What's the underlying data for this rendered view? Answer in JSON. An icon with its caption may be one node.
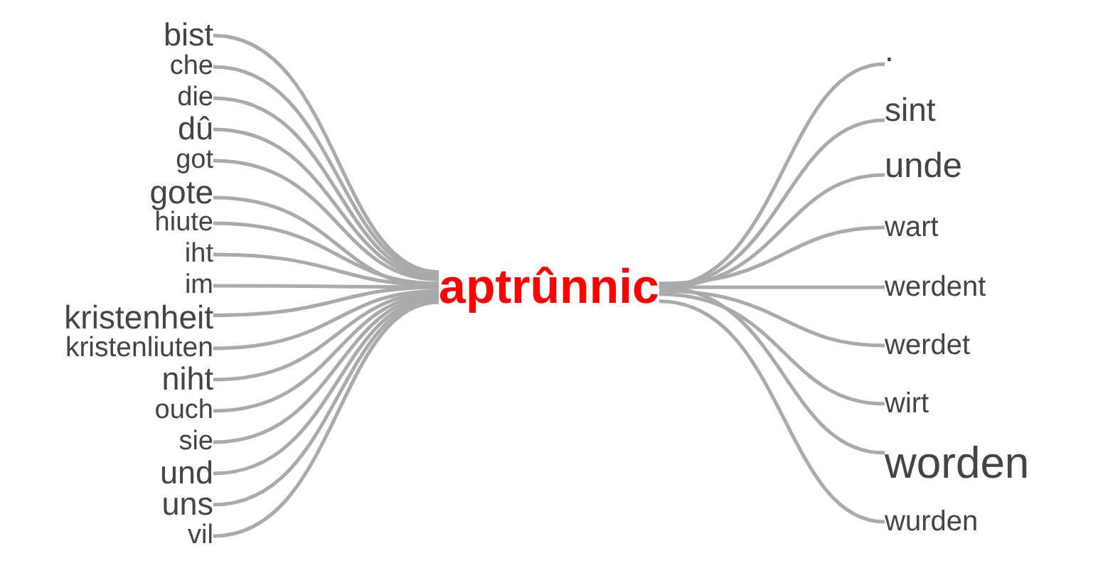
{
  "diagram": {
    "nodes": [
      {
        "text": [
          "bist"
        ]
      },
      {
        "text": [
          "che"
        ]
      },
      {
        "text": [
          "die"
        ]
      },
      {
        "text": [
          "dû"
        ]
      },
      {
        "text": [
          "got"
        ]
      },
      {
        "text": [
          "gote"
        ]
      },
      {
        "text": [
          "hiute"
        ]
      },
      {
        "text": [
          "iht"
        ]
      },
      {
        "text": [
          "im"
        ]
      },
      {
        "text": [
          "kristenheit"
        ]
      },
      {
        "text": [
          "kristenliuten"
        ]
      },
      {
        "text": [
          "niht"
        ]
      },
      {
        "text": [
          "ouch"
        ]
      },
      {
        "text": [
          "sie"
        ]
      },
      {
        "text": [
          "und"
        ]
      },
      {
        "text": [
          "uns"
        ]
      },
      {
        "text": [
          "vil"
        ]
      },
      {
        "text": [
          "aptrûnnic"
        ]
      },
      {
        "text": [
          "."
        ]
      },
      {
        "text": [
          "sint"
        ]
      },
      {
        "text": [
          "unde"
        ]
      },
      {
        "text": [
          "wart"
        ]
      },
      {
        "text": [
          "werdent"
        ]
      },
      {
        "text": [
          "werdet"
        ]
      },
      {
        "text": [
          "wirt"
        ]
      },
      {
        "text": [
          "worden"
        ]
      },
      {
        "text": [
          "wurden"
        ]
      }
    ],
    "edges": [
      {
        "from": 0,
        "to": 17,
        "arrow": "none"
      },
      {
        "from": 1,
        "to": 17,
        "arrow": "none"
      },
      {
        "from": 2,
        "to": 17,
        "arrow": "none"
      },
      {
        "from": 3,
        "to": 17,
        "arrow": "none"
      },
      {
        "from": 4,
        "to": 17,
        "arrow": "none"
      },
      {
        "from": 5,
        "to": 17,
        "arrow": "none"
      },
      {
        "from": 6,
        "to": 17,
        "arrow": "none"
      },
      {
        "from": 7,
        "to": 17,
        "arrow": "none"
      },
      {
        "from": 8,
        "to": 17,
        "arrow": "none"
      },
      {
        "from": 9,
        "to": 17,
        "arrow": "none"
      },
      {
        "from": 10,
        "to": 17,
        "arrow": "none"
      },
      {
        "from": 11,
        "to": 17,
        "arrow": "none"
      },
      {
        "from": 12,
        "to": 17,
        "arrow": "none"
      },
      {
        "from": 13,
        "to": 17,
        "arrow": "none"
      },
      {
        "from": 14,
        "to": 17,
        "arrow": "none"
      },
      {
        "from": 15,
        "to": 17,
        "arrow": "none"
      },
      {
        "from": 16,
        "to": 17,
        "arrow": "none"
      },
      {
        "from": 17,
        "to": 18,
        "arrow": "none"
      },
      {
        "from": 17,
        "to": 19,
        "arrow": "none"
      },
      {
        "from": 17,
        "to": 20,
        "arrow": "none"
      },
      {
        "from": 17,
        "to": 21,
        "arrow": "none"
      },
      {
        "from": 17,
        "to": 22,
        "arrow": "none"
      },
      {
        "from": 17,
        "to": 23,
        "arrow": "none"
      },
      {
        "from": 17,
        "to": 24,
        "arrow": "none"
      },
      {
        "from": 17,
        "to": 25,
        "arrow": "none"
      },
      {
        "from": 17,
        "to": 26,
        "arrow": "none"
      }
    ]
  }
}
